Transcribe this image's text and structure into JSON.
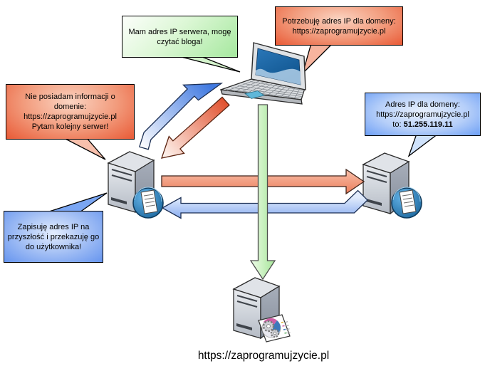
{
  "bubbles": {
    "user_request": {
      "lines": [
        "Potrzebuję adres IP dla domeny:",
        "https://zaprogramujzycie.pl"
      ]
    },
    "user_success": {
      "lines": [
        "Mam adres IP serwera, mogę",
        "czytać bloga!"
      ]
    },
    "resolver_no_info": {
      "lines": [
        "Nie posiadam informacji o",
        "domenie:",
        "https://zaprogramujzycie.pl",
        "Pytam kolejny serwer!"
      ]
    },
    "authoritative_answer": {
      "lines": [
        "Adres IP dla domeny:",
        "https://zaprogramujzycie.pl"
      ],
      "ip_prefix": "to: ",
      "ip": "51.255.119.11"
    },
    "resolver_cache": {
      "lines": [
        "Zapisuję adres IP na",
        "przyszłość i przekazuję go",
        "do użytkownika!"
      ]
    }
  },
  "footer": {
    "website_url": "https://zaprogramujzycie.pl"
  },
  "icons": {
    "client": "laptop-icon",
    "server_left": "server-document-globe-icon",
    "server_right": "server-document-globe-icon",
    "server_bottom": "server-gears-card-icon"
  },
  "colors": {
    "bubble_red": "#e95a36",
    "bubble_green": "#a6e89f",
    "bubble_blue": "#6d9ff5",
    "arrow_red": "#ec7d5b",
    "arrow_blue": "#4079e0",
    "arrow_green": "#a6e699",
    "laptop_screen_blue": "#1f6bad"
  }
}
